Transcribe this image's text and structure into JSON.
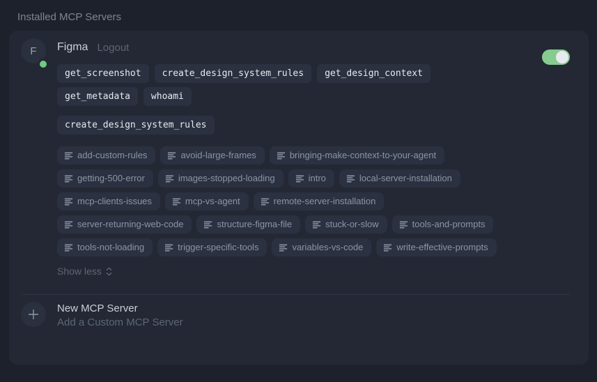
{
  "page": {
    "title": "Installed MCP Servers"
  },
  "server": {
    "name": "Figma",
    "logout_label": "Logout",
    "avatar_letter": "F",
    "status": "connected",
    "toggle_state": "on",
    "tools": [
      "get_screenshot",
      "create_design_system_rules",
      "get_design_context",
      "get_metadata",
      "whoami"
    ],
    "prompts": [
      "create_design_system_rules"
    ],
    "resources": [
      "add-custom-rules",
      "avoid-large-frames",
      "bringing-make-context-to-your-agent",
      "getting-500-error",
      "images-stopped-loading",
      "intro",
      "local-server-installation",
      "mcp-clients-issues",
      "mcp-vs-agent",
      "remote-server-installation",
      "server-returning-web-code",
      "structure-figma-file",
      "stuck-or-slow",
      "tools-and-prompts",
      "tools-not-loading",
      "trigger-specific-tools",
      "variables-vs-code",
      "write-effective-prompts"
    ],
    "show_less_label": "Show less"
  },
  "new_server": {
    "title": "New MCP Server",
    "subtitle": "Add a Custom MCP Server"
  },
  "colors": {
    "toggle_on_green": "#86cb8f",
    "status_dot_green": "#70cb80",
    "card_background": "#232834",
    "chip_background": "#2b3140"
  }
}
